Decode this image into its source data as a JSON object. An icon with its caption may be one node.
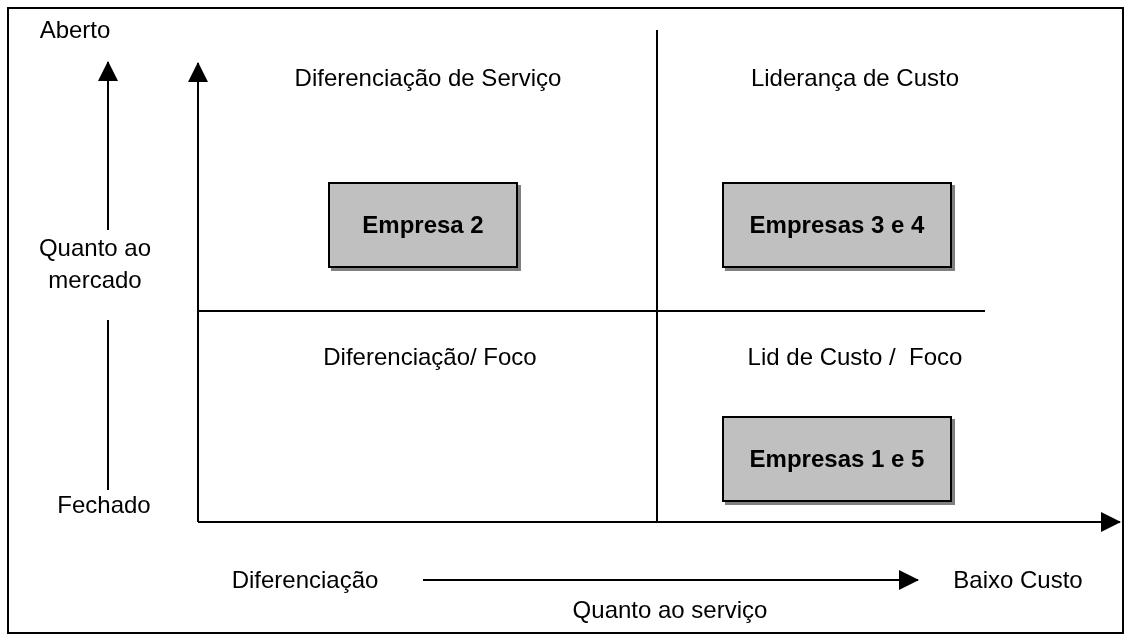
{
  "diagram": {
    "nodes": [
      {
        "text": [
          "Empresa 2"
        ]
      },
      {
        "text": [
          "Empresas 3 e 4"
        ]
      },
      {
        "text": [
          "Empresas 1 e 5"
        ]
      }
    ],
    "edges": [],
    "labels": [
      "Aberto",
      "Diferenciação de Serviço",
      "Liderança de Custo",
      "Quanto ao mercado",
      "Diferenciação/ Foco",
      "Lid de Custo /  Foco",
      "Fechado",
      "Diferenciação",
      "Baixo Custo",
      "Quanto ao serviço"
    ]
  }
}
